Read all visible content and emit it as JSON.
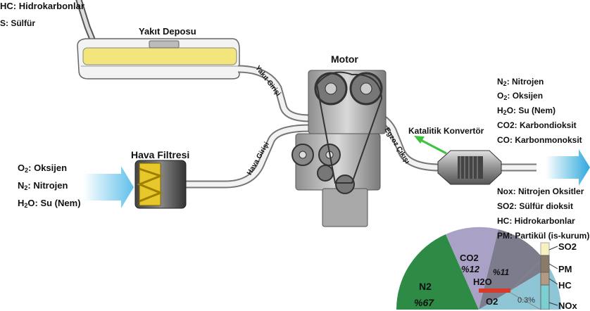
{
  "legend_top": {
    "hc": "HC: Hidrokarbonlar",
    "s": "S: Sülfür"
  },
  "labels": {
    "fuel_tank": "Yakıt Deposu",
    "engine": "Motor",
    "air_filter": "Hava Filtresi",
    "catalytic_converter": "Katalitik Konvertör",
    "fuel_inlet": "Yakıt Girişi",
    "air_inlet": "Hava Girişi",
    "exhaust_outlet": "Egzoz Çıkışı"
  },
  "inputs": [
    {
      "prefix": "O",
      "sub": "2",
      "rest": ": Oksijen"
    },
    {
      "prefix": "N",
      "sub": "2",
      "rest": ": Nitrojen"
    },
    {
      "prefix": "H",
      "sub": "2",
      "rest": "O: Su (Nem)"
    }
  ],
  "outputs_main": [
    {
      "prefix": "N",
      "sub": "2",
      "rest": ": Nitrojen"
    },
    {
      "prefix": "O",
      "sub": "2",
      "rest": ": Oksijen"
    },
    {
      "prefix": "H",
      "sub": "2",
      "rest": "O: Su (Nem)"
    },
    {
      "prefix": "CO2: Karbondioksit",
      "sub": "",
      "rest": ""
    },
    {
      "prefix": "CO: Karbonmonoksit",
      "sub": "",
      "rest": ""
    }
  ],
  "outputs_pollutants": [
    "Nox: Nitrojen Oksitler",
    "SO2: Sülfür dioksit",
    "HC: Hidrokarbonlar",
    "PM: Partikül (is-kurum)"
  ],
  "pie": {
    "n2": {
      "name": "N2",
      "pct": "%67"
    },
    "co2": {
      "name": "CO2",
      "pct": "%12"
    },
    "h2o": {
      "name": "H2O",
      "pct": "%11"
    },
    "o2": {
      "name": "O2"
    },
    "other_pct": "0.3%"
  },
  "bar_labels": {
    "so2": "SO2",
    "pm": "PM",
    "hc": "HC",
    "nox": "NOx"
  },
  "colors": {
    "n2": "#2e8b45",
    "co2": "#a9a1c6",
    "h2o": "#7c7c8c",
    "o2": "#8fc6d6",
    "other": "#d83a2a",
    "arrow_in": "#6ac3e8",
    "arrow_out": "#3cb0de",
    "tank": "#f3e98a",
    "catalyst_arrow": "#3ec33e"
  }
}
